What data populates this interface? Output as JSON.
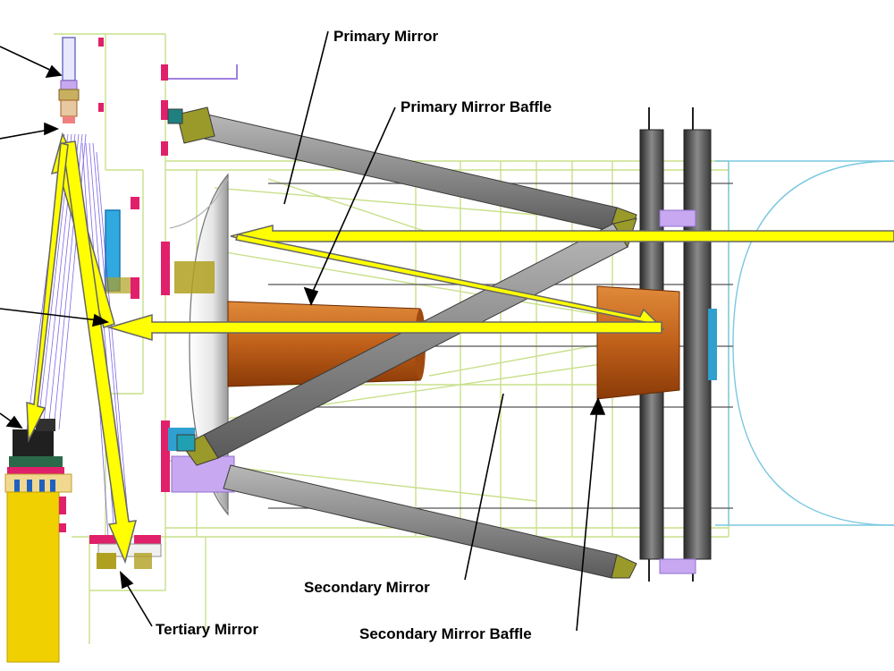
{
  "labels": {
    "primary_mirror": "Primary Mirror",
    "primary_mirror_baffle": "Primary Mirror Baffle",
    "secondary_mirror": "Secondary Mirror",
    "secondary_mirror_baffle": "Secondary Mirror Baffle",
    "tertiary_mirror": "Tertiary Mirror"
  },
  "colors": {
    "ray_arrow_fill": "#ffff00",
    "ray_arrow_outline": "#666666",
    "strut": "#8a8a8a",
    "strut_end": "#9a9a2a",
    "baffle": "#c96a1a",
    "outline_green": "#c8e08a",
    "outline_cyan": "#7ac8e0",
    "mount_magenta": "#e0206a",
    "mount_violet": "#c8a8f0",
    "instrument_yellow": "#f0d000",
    "focal_blue": "#30a8e0",
    "ring_dark": "#505050",
    "callout_line": "#000000"
  }
}
